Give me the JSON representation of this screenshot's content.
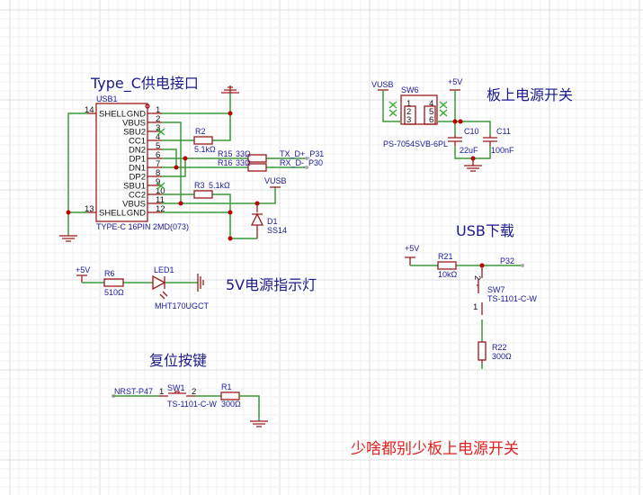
{
  "titles": {
    "typec": "Type_C供电接口",
    "power_switch": "板上电源开关",
    "usb_download": "USB下载",
    "led": "5V电源指示灯",
    "reset": "复位按键",
    "note": "少啥都别少板上电源开关"
  },
  "usb1": {
    "ref": "USB1",
    "part": "TYPE-C 16PIN 2MD(073)",
    "left_pins": [
      {
        "num": "14",
        "name": "SHELL"
      },
      {
        "num": "13",
        "name": "SHELL"
      }
    ],
    "right_pins": [
      {
        "num": "1",
        "name": "GND"
      },
      {
        "num": "2",
        "name": "VBUS"
      },
      {
        "num": "3",
        "name": "SBU2"
      },
      {
        "num": "4",
        "name": "CC1"
      },
      {
        "num": "5",
        "name": "DN2"
      },
      {
        "num": "6",
        "name": "DP1"
      },
      {
        "num": "7",
        "name": "DN1"
      },
      {
        "num": "8",
        "name": "DP2"
      },
      {
        "num": "9",
        "name": "SBU1"
      },
      {
        "num": "10",
        "name": "CC2"
      },
      {
        "num": "11",
        "name": "VBUS"
      },
      {
        "num": "12",
        "name": "GND"
      }
    ]
  },
  "r2": {
    "ref": "R2",
    "value": "5.1kΩ"
  },
  "r3": {
    "ref": "R3",
    "value": "5.1kΩ"
  },
  "r15": {
    "ref": "R15",
    "value": "33Ω"
  },
  "r16": {
    "ref": "R16",
    "value": "33Ω"
  },
  "nets": {
    "tx": "TX_D+_P31",
    "rx": "RX_D-_P30",
    "vusb": "VUSB",
    "vusb2": "VUSB",
    "p5v_sw": "+5V",
    "p5v_dl": "+5V",
    "p5v_led": "+5V",
    "p32": "P32",
    "nrst": "NRST-P47"
  },
  "d1": {
    "ref": "D1",
    "value": "SS14"
  },
  "sw6": {
    "ref": "SW6",
    "part": "PS-7054SVB-6PL",
    "pins": [
      "1",
      "2",
      "3",
      "4",
      "5",
      "6"
    ]
  },
  "c10": {
    "ref": "C10",
    "value": "22uF"
  },
  "c11": {
    "ref": "C11",
    "value": "100nF"
  },
  "r21": {
    "ref": "R21",
    "value": "10kΩ"
  },
  "sw7": {
    "ref": "SW7",
    "part": "TS-1101-C-W",
    "pin1": "1",
    "pin2": "2"
  },
  "r22": {
    "ref": "R22",
    "value": "300Ω"
  },
  "r6": {
    "ref": "R6",
    "value": "510Ω"
  },
  "led1": {
    "ref": "LED1",
    "part": "MHT170UGCT"
  },
  "sw1": {
    "ref": "SW1",
    "part": "TS-1101-C-W",
    "pin1": "1",
    "pin2": "2"
  },
  "r1": {
    "ref": "R1",
    "value": "300Ω"
  },
  "colors": {
    "wire": "#3a9a3a",
    "component": "#9b1b1b",
    "label": "#1a1a99",
    "title": "#1a1a8c",
    "note": "#e02020"
  }
}
